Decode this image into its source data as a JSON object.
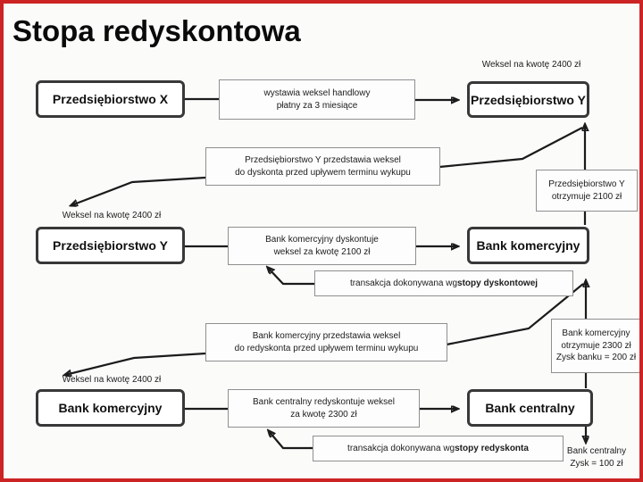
{
  "title": "Stopa redyskontowa",
  "colors": {
    "frame_border": "#cc2424",
    "background": "#fbfbfa",
    "node_border": "#383838",
    "line": "#1b1b1b"
  },
  "weksel_label": "Weksel na kwotę 2400 zł",
  "nodes": {
    "przedsiebiorstwo_x": "Przedsiębiorstwo X",
    "przedsiebiorstwo_y_top": "Przedsiębiorstwo Y",
    "przedsiebiorstwo_y_mid": "Przedsiębiorstwo Y",
    "bank_komercyjny_mid": "Bank komercyjny",
    "bank_komercyjny_bottom": "Bank komercyjny",
    "bank_centralny": "Bank centralny"
  },
  "notes": {
    "wystawia": {
      "line1": "wystawia weksel handlowy",
      "line2": "płatny za 3 miesiące"
    },
    "dyskonto": {
      "line1": "Przedsiębiorstwo Y przedstawia weksel",
      "line2": "do dyskonta przed upływem terminu wykupu"
    },
    "otrzymuje_2100": {
      "line1": "Przedsiębiorstwo Y",
      "line2": "otrzymuje 2100 zł"
    },
    "bank_dyskontuje": {
      "line1": "Bank komercyjny dyskontuje",
      "line2": "weksel za kwotę 2100 zł"
    },
    "trans_dyskontowa": {
      "prefix": "transakcja dokonywana wg ",
      "bold": "stopy dyskontowej"
    },
    "redyskonto": {
      "line1": "Bank komercyjny przedstawia weksel",
      "line2": "do redyskonta przed upływem terminu wykupu"
    },
    "otrzymuje_2300": {
      "line1": "Bank komercyjny",
      "line2": "otrzymuje 2300 zł",
      "line3": "Zysk banku = 200 zł"
    },
    "bank_redyskontuje": {
      "line1": "Bank centralny redyskontuje weksel",
      "line2": "za kwotę 2300 zł"
    },
    "trans_redyskonta": {
      "prefix": "transakcja dokonywana wg ",
      "bold": "stopy redyskonta"
    },
    "zysk_100": {
      "line1": "Bank centralny",
      "line2": "Zysk = 100 zł"
    }
  }
}
